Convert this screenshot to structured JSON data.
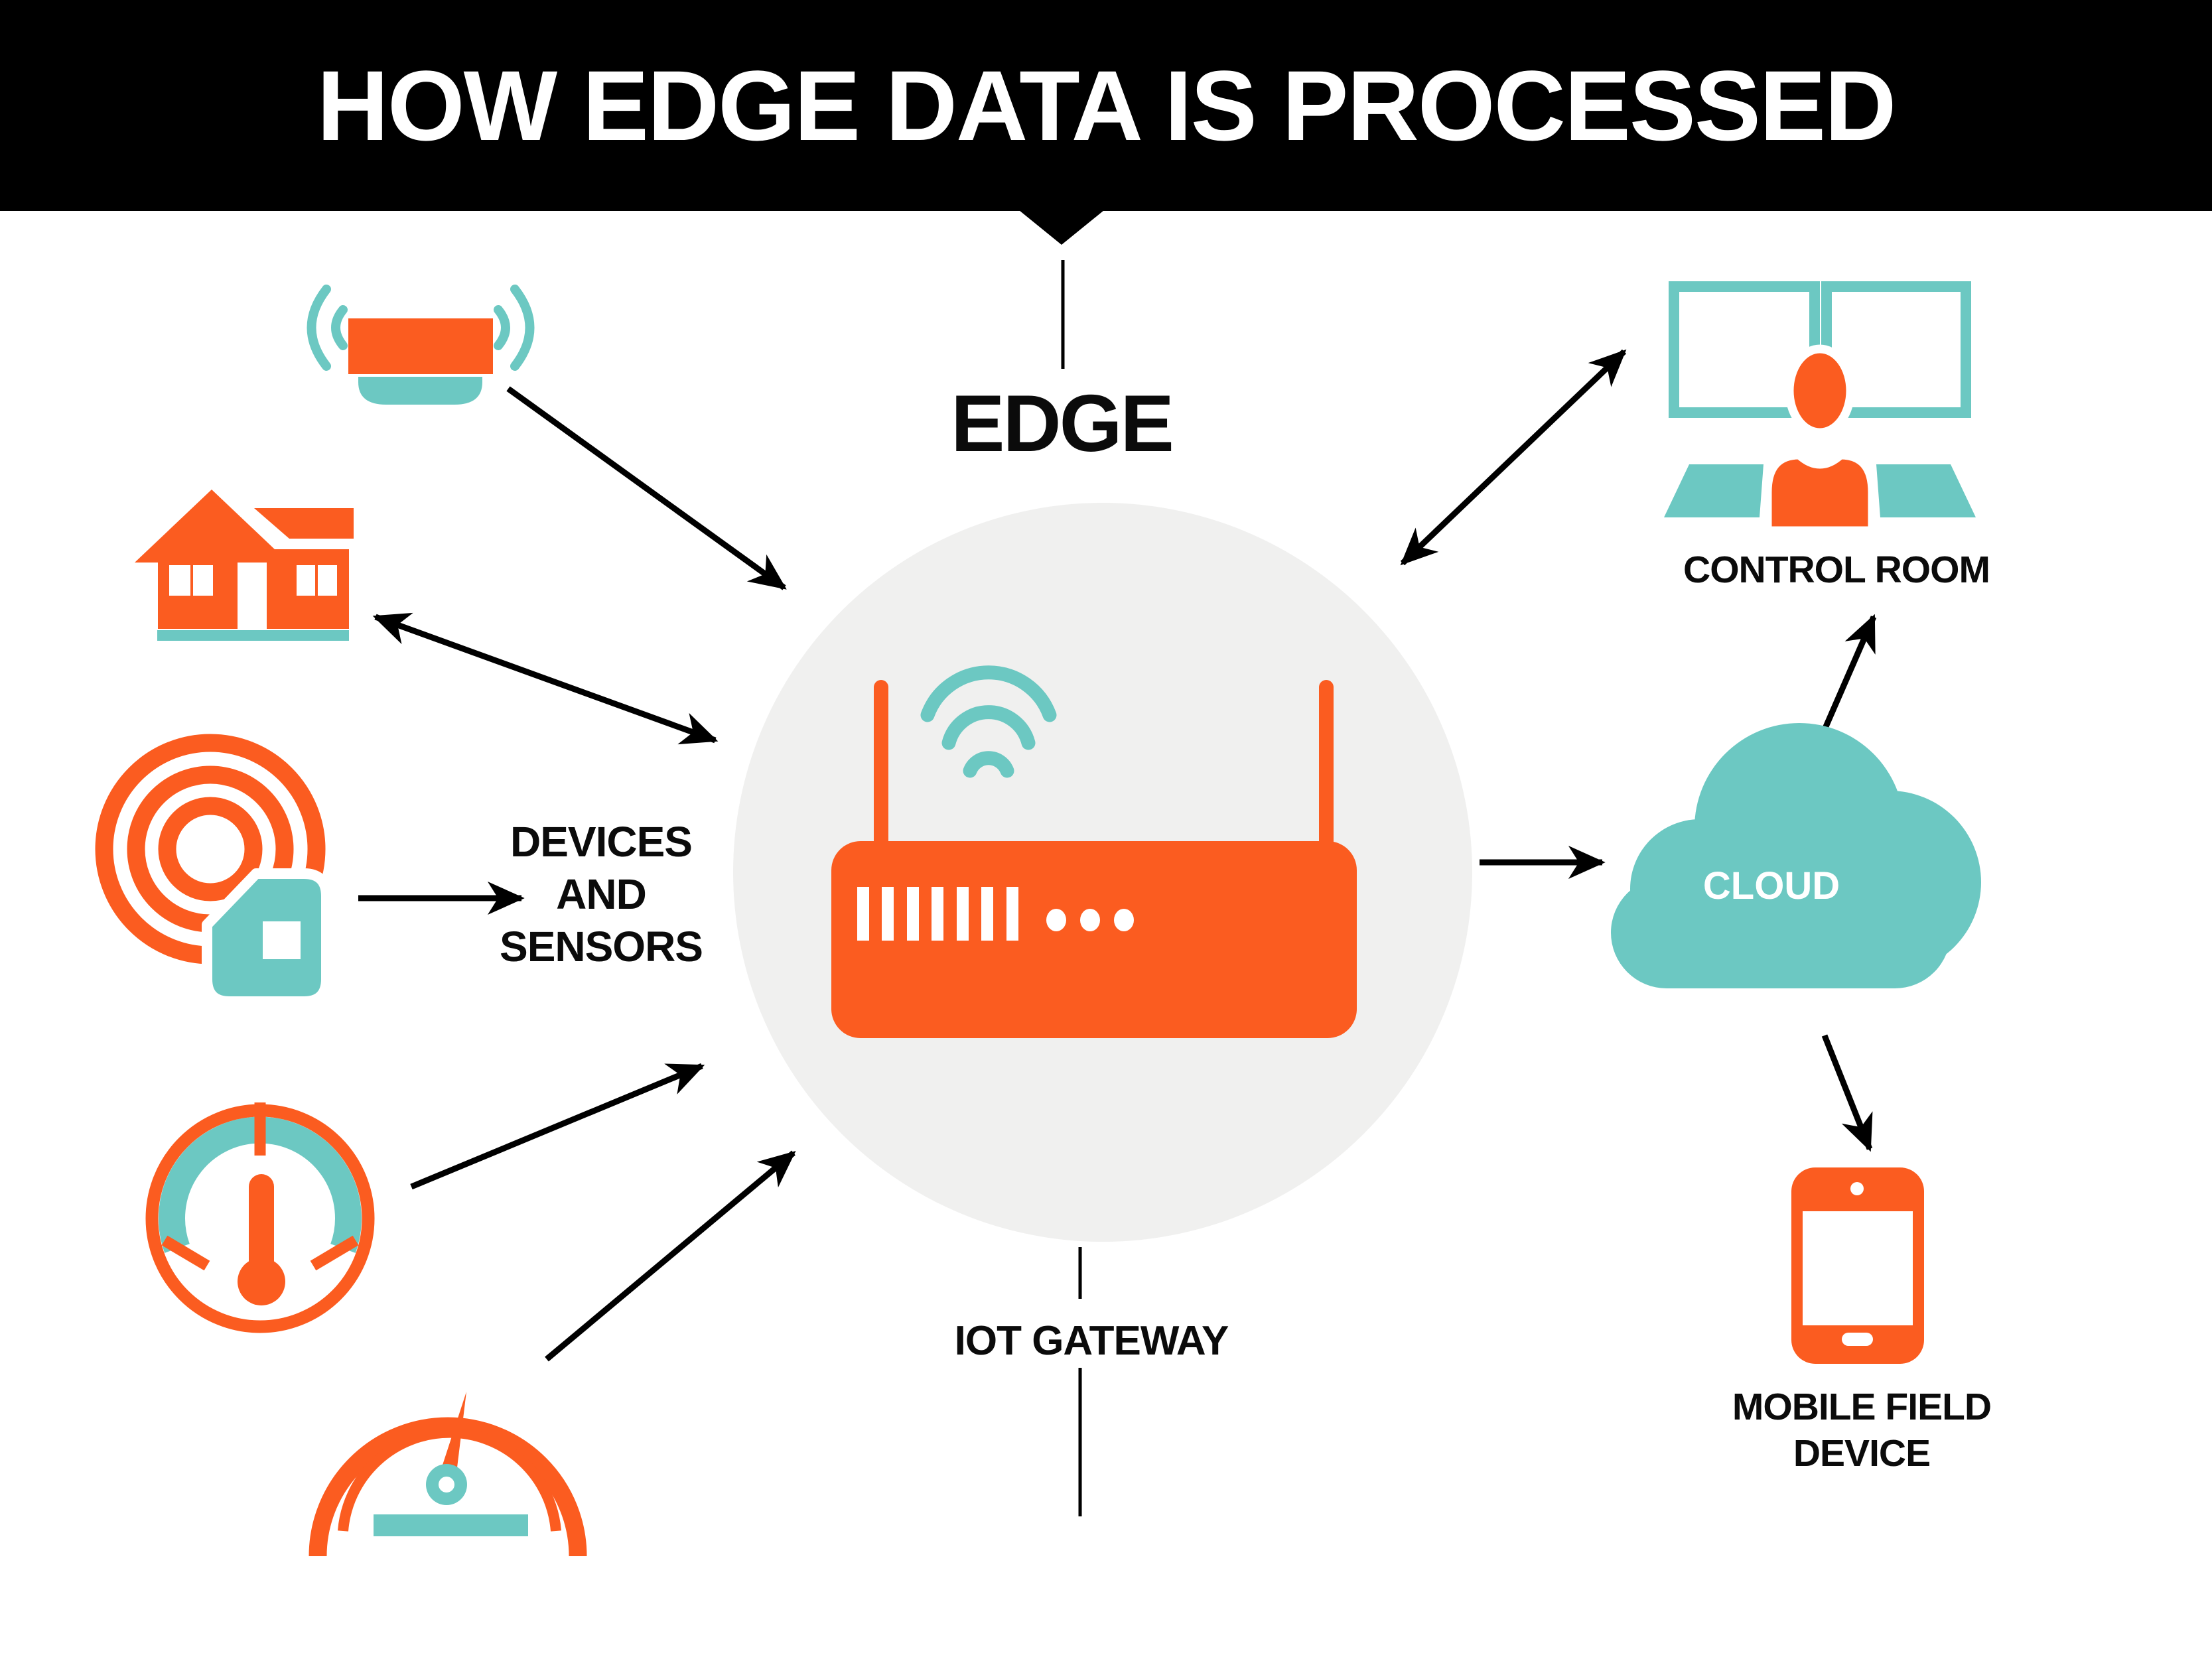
{
  "header": {
    "title": "HOW EDGE DATA IS PROCESSED",
    "background": "#000000",
    "text_color": "#FFFFFF"
  },
  "colors": {
    "orange": "#FB5C20",
    "teal": "#6CC8C2",
    "circle_gray": "#F0F0EF",
    "black": "#000000",
    "white": "#FFFFFF"
  },
  "center": {
    "zone_label": "EDGE",
    "gateway_label": "IOT GATEWAY",
    "gateway_icon": "wifi-router-icon"
  },
  "left": {
    "group_label_lines": [
      "DEVICES",
      "AND",
      "SENSORS"
    ],
    "icons": [
      "smoke-detector-icon",
      "house-icon",
      "sensor-tag-icon",
      "thermometer-gauge-icon",
      "speedometer-icon"
    ]
  },
  "right": {
    "control_room_label": "CONTROL ROOM",
    "cloud_label": "CLOUD",
    "mobile_label_lines": [
      "MOBILE FIELD",
      "DEVICE"
    ],
    "icons": [
      "control-room-icon",
      "cloud-icon",
      "mobile-phone-icon"
    ]
  }
}
